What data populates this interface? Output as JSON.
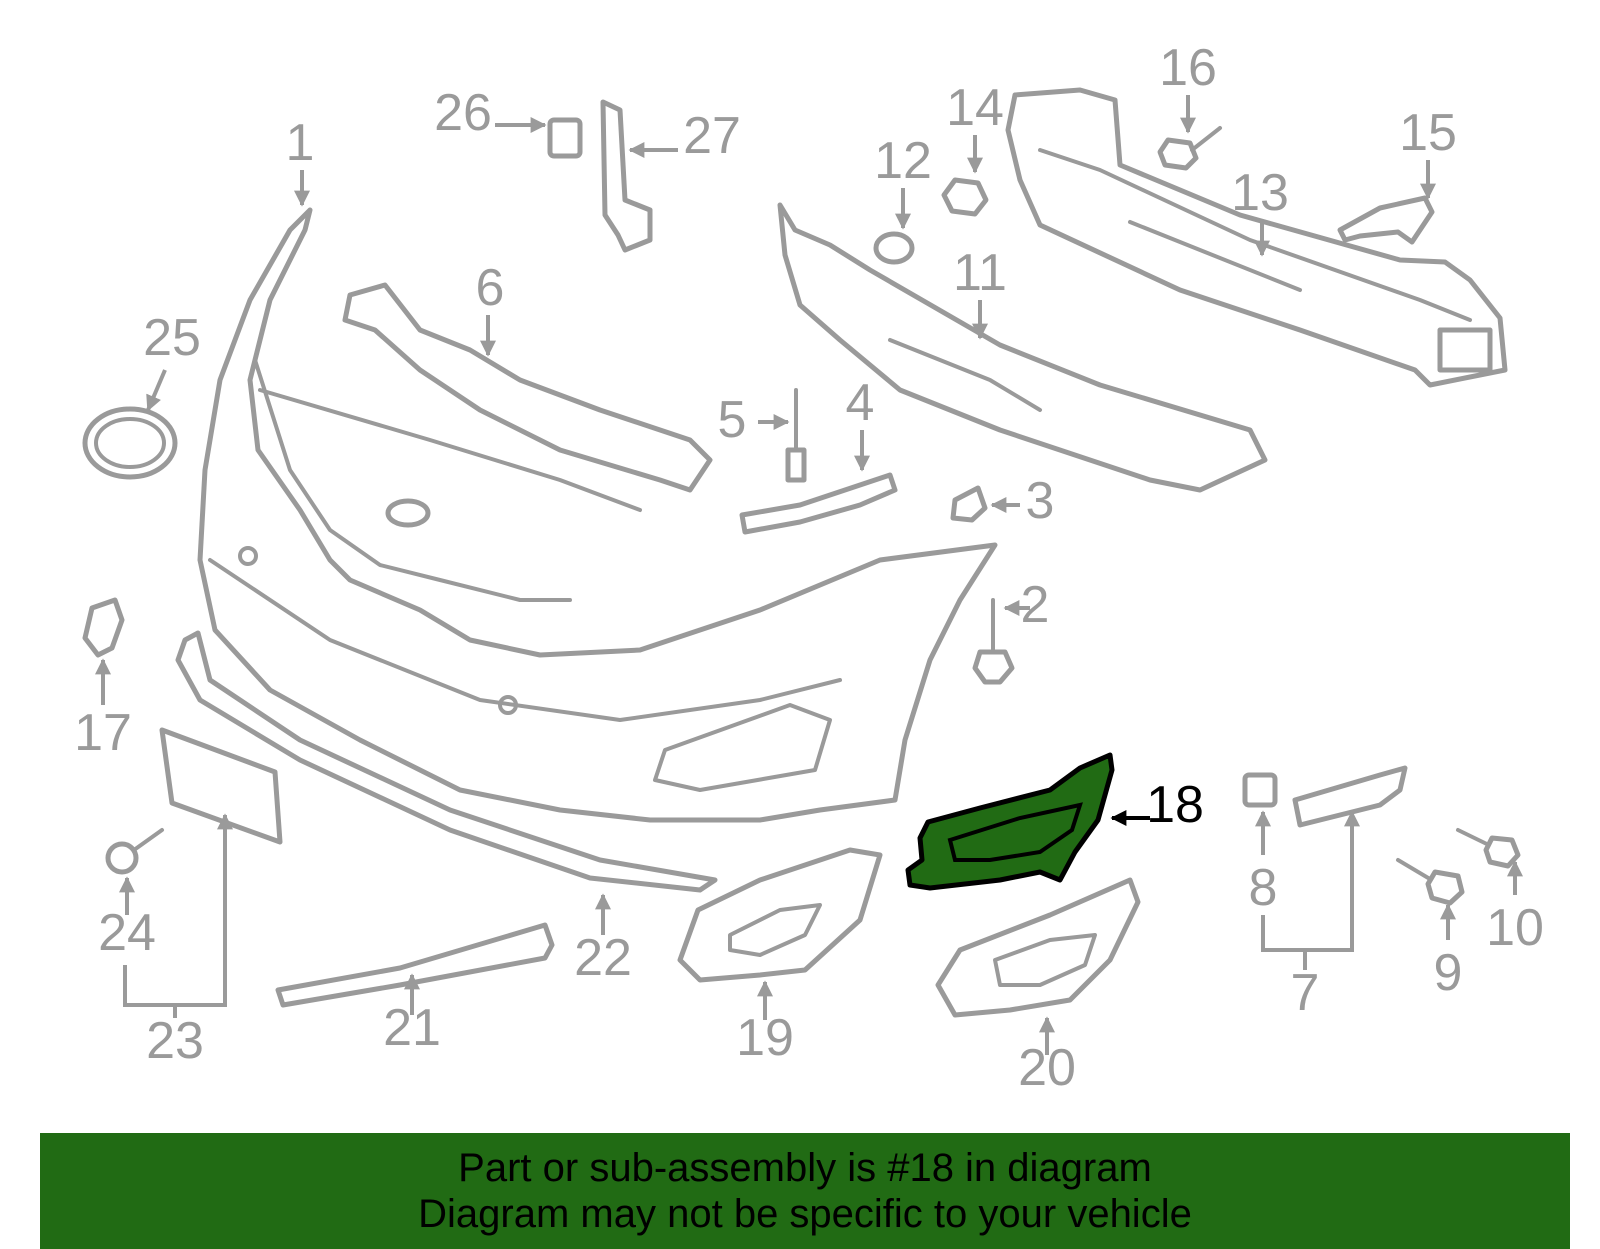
{
  "diagram": {
    "highlight_color": "#216b14",
    "highlighted_callout": "18",
    "callouts": [
      "1",
      "2",
      "3",
      "4",
      "5",
      "6",
      "7",
      "8",
      "9",
      "10",
      "11",
      "12",
      "13",
      "14",
      "15",
      "16",
      "17",
      "18",
      "19",
      "20",
      "21",
      "22",
      "23",
      "24",
      "25",
      "26",
      "27"
    ]
  },
  "banner": {
    "background": "#216b14",
    "line1": "Part or sub-assembly is #18 in diagram",
    "line2": "Diagram may not be specific to your vehicle"
  }
}
